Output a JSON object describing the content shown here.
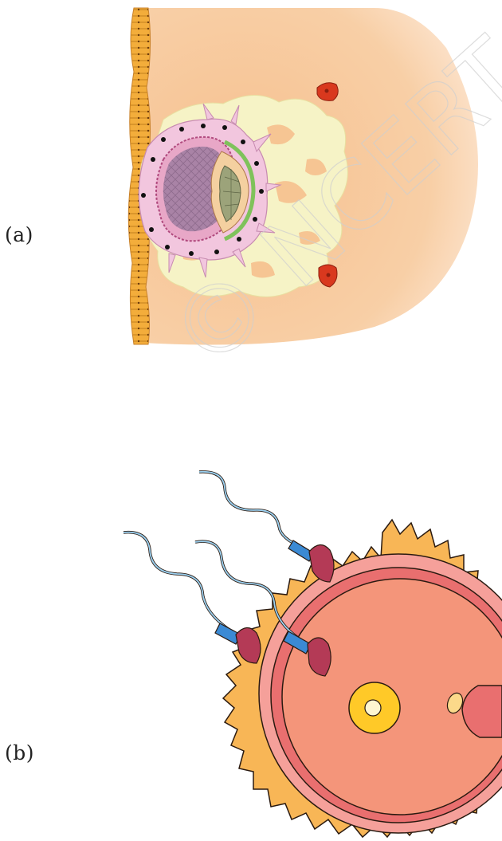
{
  "figure": {
    "panel_a_label": "(a)",
    "panel_b_label": "(b)"
  },
  "watermark": {
    "text": "© NCERT not to be republished"
  },
  "colors": {
    "endometrium": "#f7c9a0",
    "epithelium": "#f0b040",
    "decidua": "#f5f2c4",
    "trophoblast": "#f2c8dd",
    "inner_cell_mass": "#b89ab5",
    "zona_pellucida": "#f6b754",
    "ovum": "#f4957a",
    "nucleus": "#ffc928",
    "sperm_head": "#b43a56",
    "sperm_midpiece": "#3b8ad4"
  }
}
